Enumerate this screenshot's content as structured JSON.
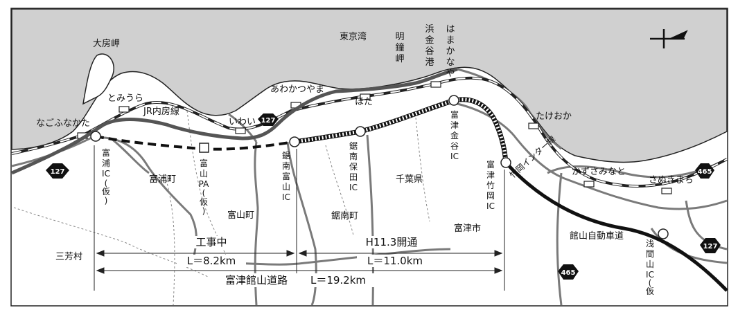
{
  "title": "富津館山道路",
  "sea": {
    "label": "東京湾"
  },
  "north_arrow": {
    "icon": "north-arrow-icon"
  },
  "capes": {
    "oofusa": "大房岬",
    "myoganemisaki": [
      "明",
      "鐘",
      "岬"
    ],
    "hamakanaya_port": [
      "浜",
      "金",
      "谷",
      "港"
    ]
  },
  "stations": {
    "nagofunakata": "なごふなかた",
    "tomiura": "とみうら",
    "iwai": "いわい",
    "awakatsuyama": "あわかつやま",
    "hota": "ほた",
    "hamakanaya": [
      "は",
      "ま",
      "か",
      "な",
      "や"
    ],
    "takeoka": "たけおか",
    "kazusaminato": "かずさみなと",
    "sanukimachi": "さぬきまち"
  },
  "railway": {
    "label": "JR内房線"
  },
  "interchanges": {
    "tomiura_ic": [
      "富",
      "浦",
      "IC",
      "(",
      "仮",
      ")"
    ],
    "tomiyama_pa": [
      "富",
      "山",
      "PA",
      "(",
      "仮",
      ")"
    ],
    "kyonan_tomiyama_ic": [
      "鋸",
      "南",
      "富",
      "山",
      "IC"
    ],
    "kyonan_hota_ic": [
      "鋸",
      "南",
      "保",
      "田",
      "IC"
    ],
    "futtsu_kanaya_ic": [
      "富",
      "津",
      "金",
      "谷",
      "IC"
    ],
    "futtsu_takeoka_ic": [
      "富",
      "津",
      "竹",
      "岡",
      "IC"
    ],
    "asamayama_ic": [
      "浅",
      "間",
      "山",
      "IC",
      "(",
      "仮",
      ")"
    ]
  },
  "towns": {
    "tomiura_machi": "富浦町",
    "tomiyama_machi": "富山町",
    "kyonan_machi": "鋸南町",
    "futtsu_shi": "富津市",
    "miyoshi_mura": "三芳村",
    "chiba_ken": "千葉県"
  },
  "roads": {
    "takeoka_line": "竹岡インター線",
    "tateyama_expressway": "館山自動車道",
    "route_127": "127",
    "route_465": "465"
  },
  "sections": {
    "under_construction": {
      "status": "工事中",
      "length": "L＝8.2km"
    },
    "opened": {
      "status": "H11.3開通",
      "length": "L＝11.0km"
    },
    "total": {
      "name": "富津館山道路",
      "length": "L＝19.2km"
    }
  },
  "colors": {
    "sea": "#d0d0d0",
    "road": "#7a7a7a",
    "highway": "#111111",
    "line": "#222222"
  }
}
